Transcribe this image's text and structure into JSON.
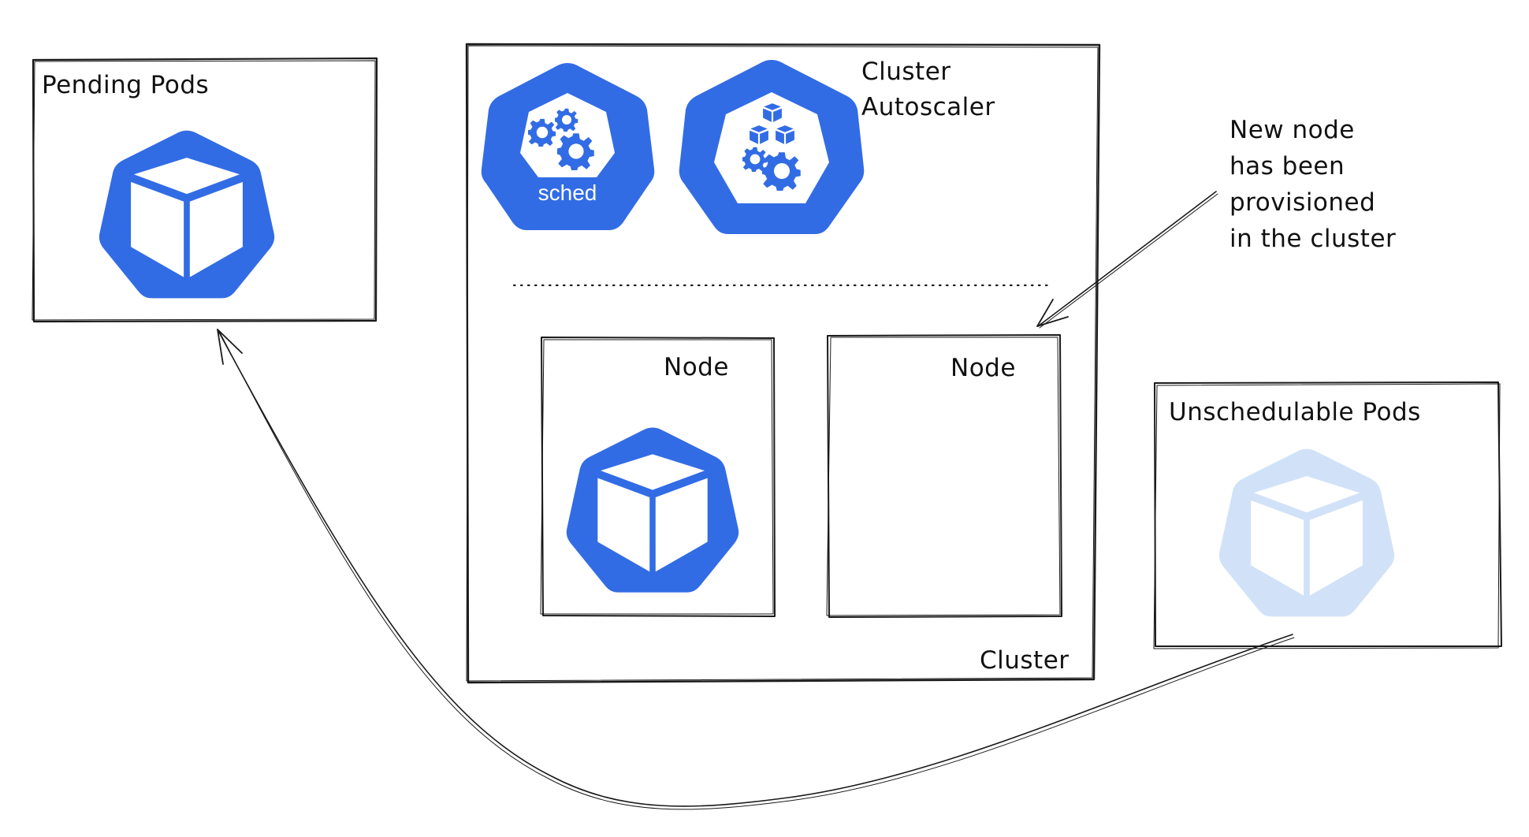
{
  "diagram": {
    "topic": "Kubernetes Cluster Autoscaler provisioning a new node for unschedulable pods",
    "colors": {
      "k8s_blue": "#326CE5",
      "faded_blue": "#D1E2F8",
      "stroke": "#1a1a1a",
      "background": "#FFFFFF"
    },
    "pending_pods": {
      "title": "Pending Pods",
      "icon": "pod-cube-icon"
    },
    "cluster": {
      "label": "Cluster",
      "control_plane": {
        "scheduler": {
          "icon": "scheduler-gears-icon",
          "caption": "sched"
        },
        "autoscaler": {
          "icon": "autoscaler-cubes-gears-icon",
          "label_line1": "Cluster",
          "label_line2": "Autoscaler"
        }
      },
      "nodes": [
        {
          "label": "Node",
          "has_pod": true,
          "icon": "pod-cube-icon"
        },
        {
          "label": "Node",
          "has_pod": false
        }
      ]
    },
    "annotation": {
      "lines": [
        "New node",
        "has been",
        "provisioned",
        "in the cluster"
      ],
      "points_to": "new-node"
    },
    "unschedulable_pods": {
      "title": "Unschedulable Pods",
      "icon": "pod-cube-icon-faded"
    },
    "flows": [
      {
        "from": "unschedulable-pods",
        "to": "pending-pods",
        "style": "curved-arrow"
      },
      {
        "from": "annotation",
        "to": "new-node",
        "style": "straight-arrow"
      }
    ]
  }
}
